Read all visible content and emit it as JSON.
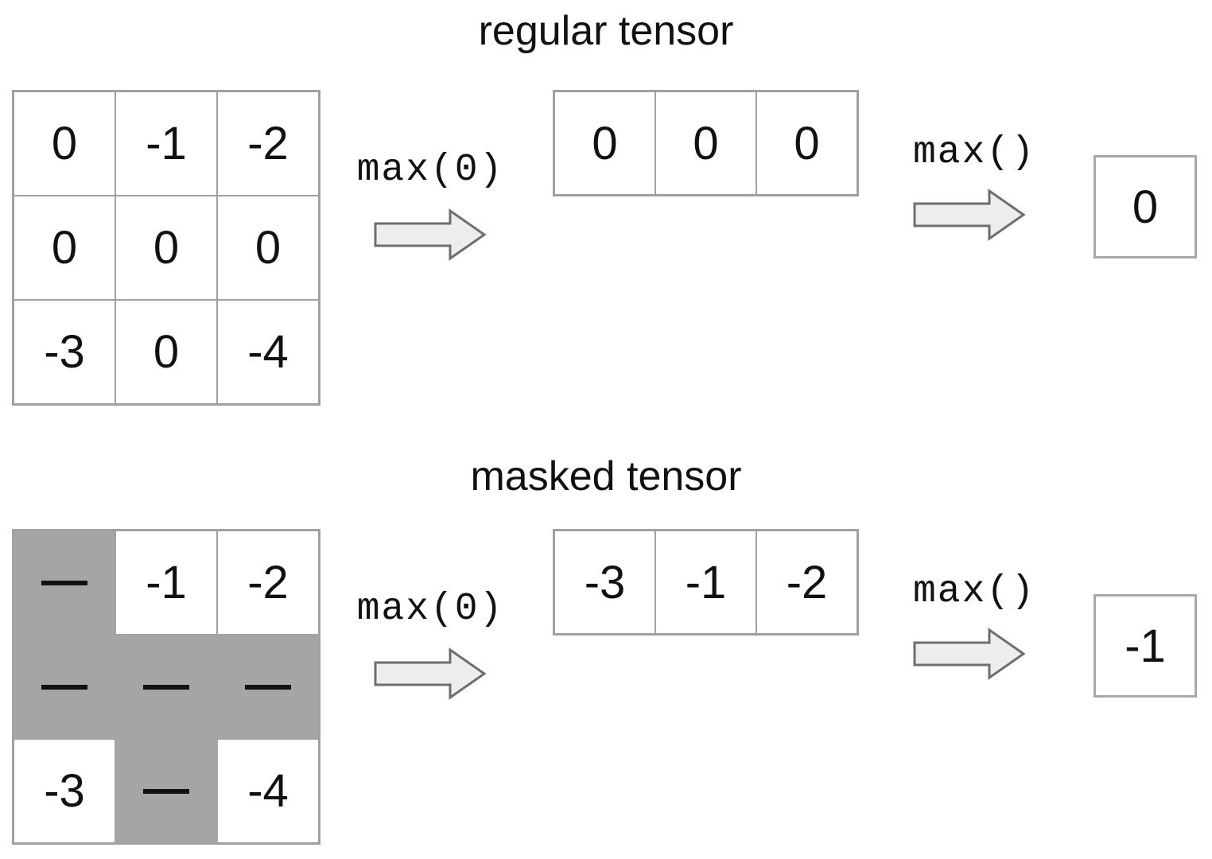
{
  "diagram": {
    "description_labels": {
      "op_reduce_dim": "max(0)",
      "op_reduce_all": "max()"
    },
    "sections": [
      {
        "title": "regular tensor",
        "matrix": [
          [
            "0",
            "-1",
            "-2"
          ],
          [
            "0",
            "0",
            "0"
          ],
          [
            "-3",
            "0",
            "-4"
          ]
        ],
        "mask": [
          [
            false,
            false,
            false
          ],
          [
            false,
            false,
            false
          ],
          [
            false,
            false,
            false
          ]
        ],
        "op_dim_label": "max(0)",
        "op_all_label": "max()",
        "row_result": [
          "0",
          "0",
          "0"
        ],
        "scalar_result": "0"
      },
      {
        "title": "masked tensor",
        "matrix": [
          [
            null,
            "-1",
            "-2"
          ],
          [
            null,
            null,
            null
          ],
          [
            "-3",
            null,
            "-4"
          ]
        ],
        "mask": [
          [
            true,
            false,
            false
          ],
          [
            true,
            true,
            true
          ],
          [
            false,
            true,
            false
          ]
        ],
        "mask_symbol": "—",
        "op_dim_label": "max(0)",
        "op_all_label": "max()",
        "row_result": [
          "-3",
          "-1",
          "-2"
        ],
        "scalar_result": "-1"
      }
    ],
    "colors": {
      "background": "#ffffff",
      "grid_border": "#a0a0a0",
      "mask_fill": "#a5a5a5",
      "arrow_fill": "#ededed",
      "arrow_stroke": "#6e6e6e",
      "text": "#111111"
    }
  }
}
